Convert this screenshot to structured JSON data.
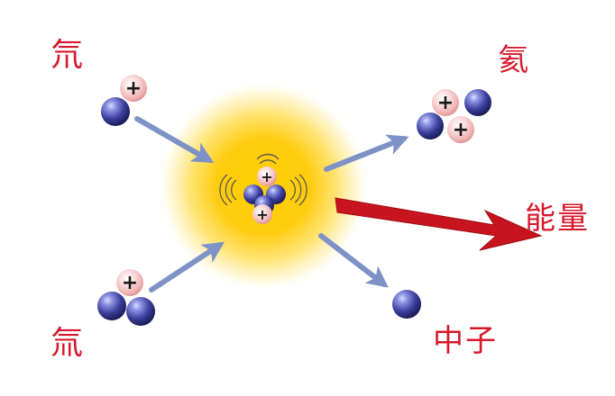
{
  "labels": {
    "deuterium": "氘",
    "tritium": "氚",
    "helium": "氦",
    "energy": "能量",
    "neutron": "中子"
  },
  "proton_symbol": "+",
  "colors": {
    "label_red": "#d8182a",
    "energy_arrow": "#c8141e",
    "flow_arrow": "#7f92c8",
    "glow_core": "#ffd400",
    "glow_edge": "#ffe98a",
    "neutron": "#3b3f9c",
    "proton": "#f0b4b4"
  }
}
